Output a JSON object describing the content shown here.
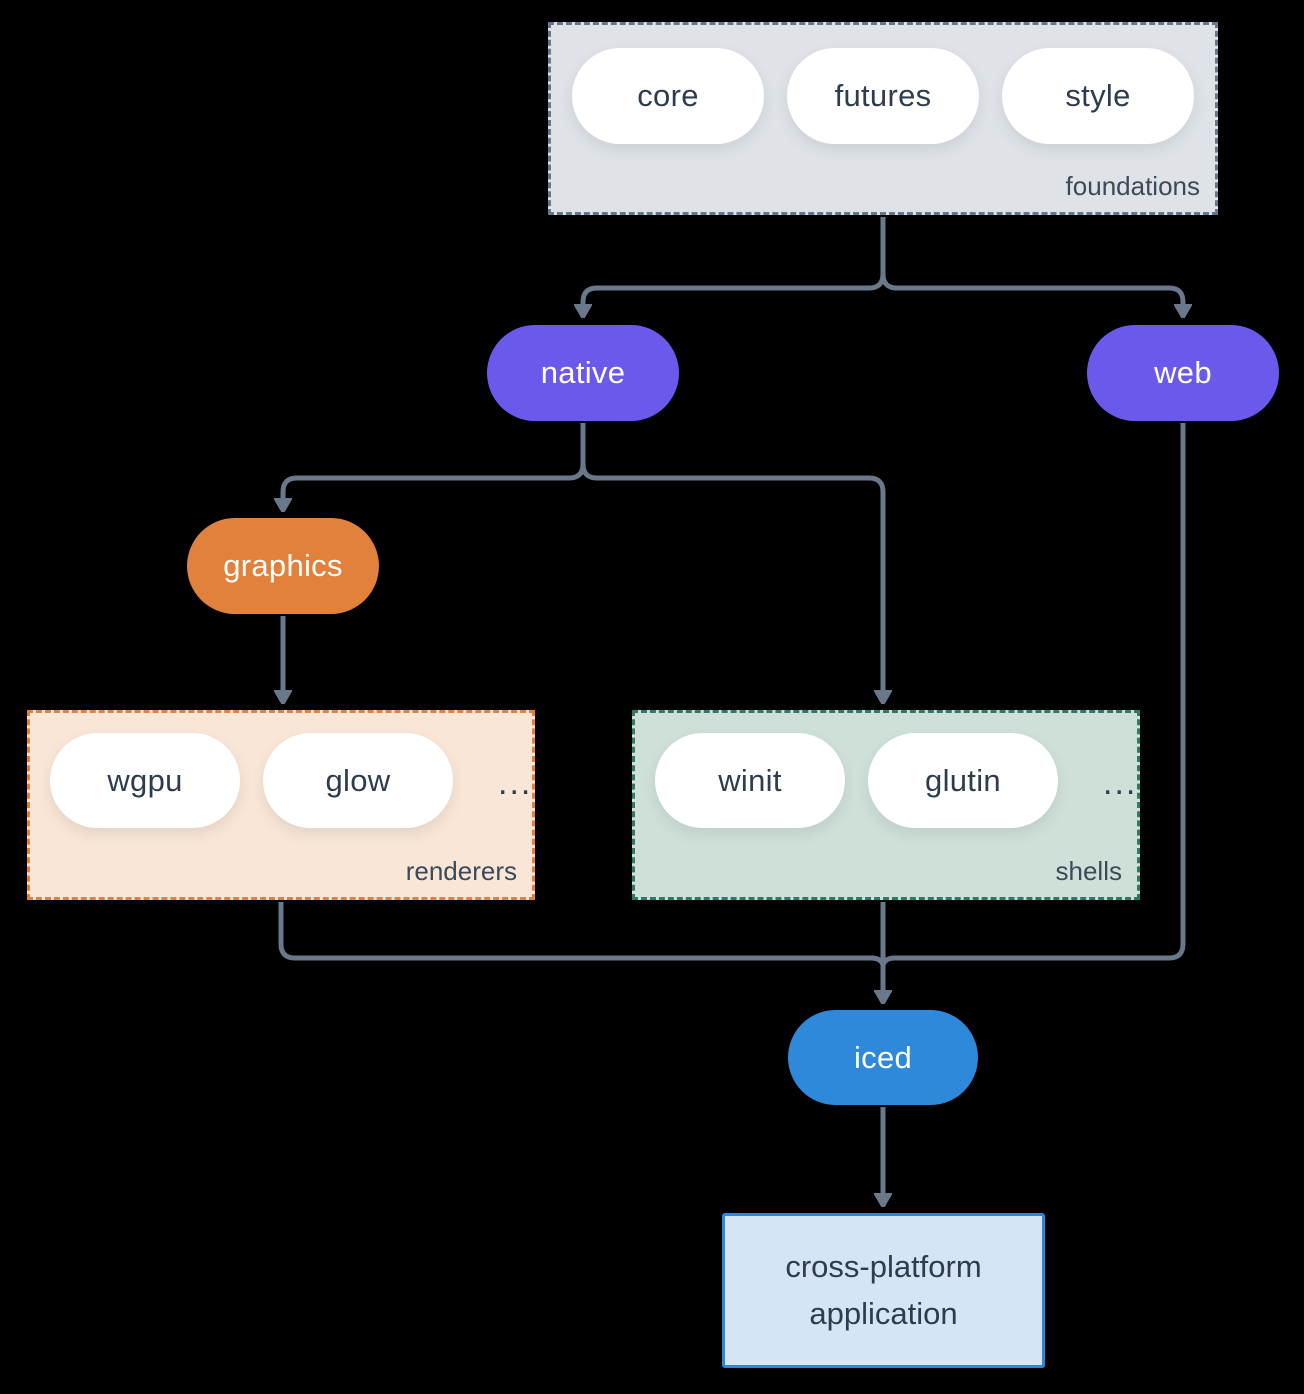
{
  "colors": {
    "background": "#000000",
    "connector": "#69798b",
    "purple": "#6b59ec",
    "orange": "#e2813c",
    "blue": "#2e89da",
    "foundations-fill": "#dfe3e8",
    "foundations-border": "#67778a",
    "renderers-fill": "#f9e6d6",
    "renderers-border": "#e2813c",
    "shells-fill": "#cfe0d8",
    "shells-border": "#2c7a69",
    "app-fill": "#d5e5f6",
    "app-border": "#2d86d8",
    "node-text-dark": "#2e3d4e",
    "node-text-light": "#ffffff",
    "label-text": "#3a4a59"
  },
  "diagram": {
    "groups": {
      "foundations": {
        "label": "foundations",
        "items": [
          "core",
          "futures",
          "style"
        ]
      },
      "renderers": {
        "label": "renderers",
        "items": [
          "wgpu",
          "glow"
        ],
        "ellipsis": "..."
      },
      "shells": {
        "label": "shells",
        "items": [
          "winit",
          "glutin"
        ],
        "ellipsis": "..."
      }
    },
    "nodes": {
      "native": "native",
      "web": "web",
      "graphics": "graphics",
      "iced": "iced",
      "application": "cross-platform application"
    }
  }
}
